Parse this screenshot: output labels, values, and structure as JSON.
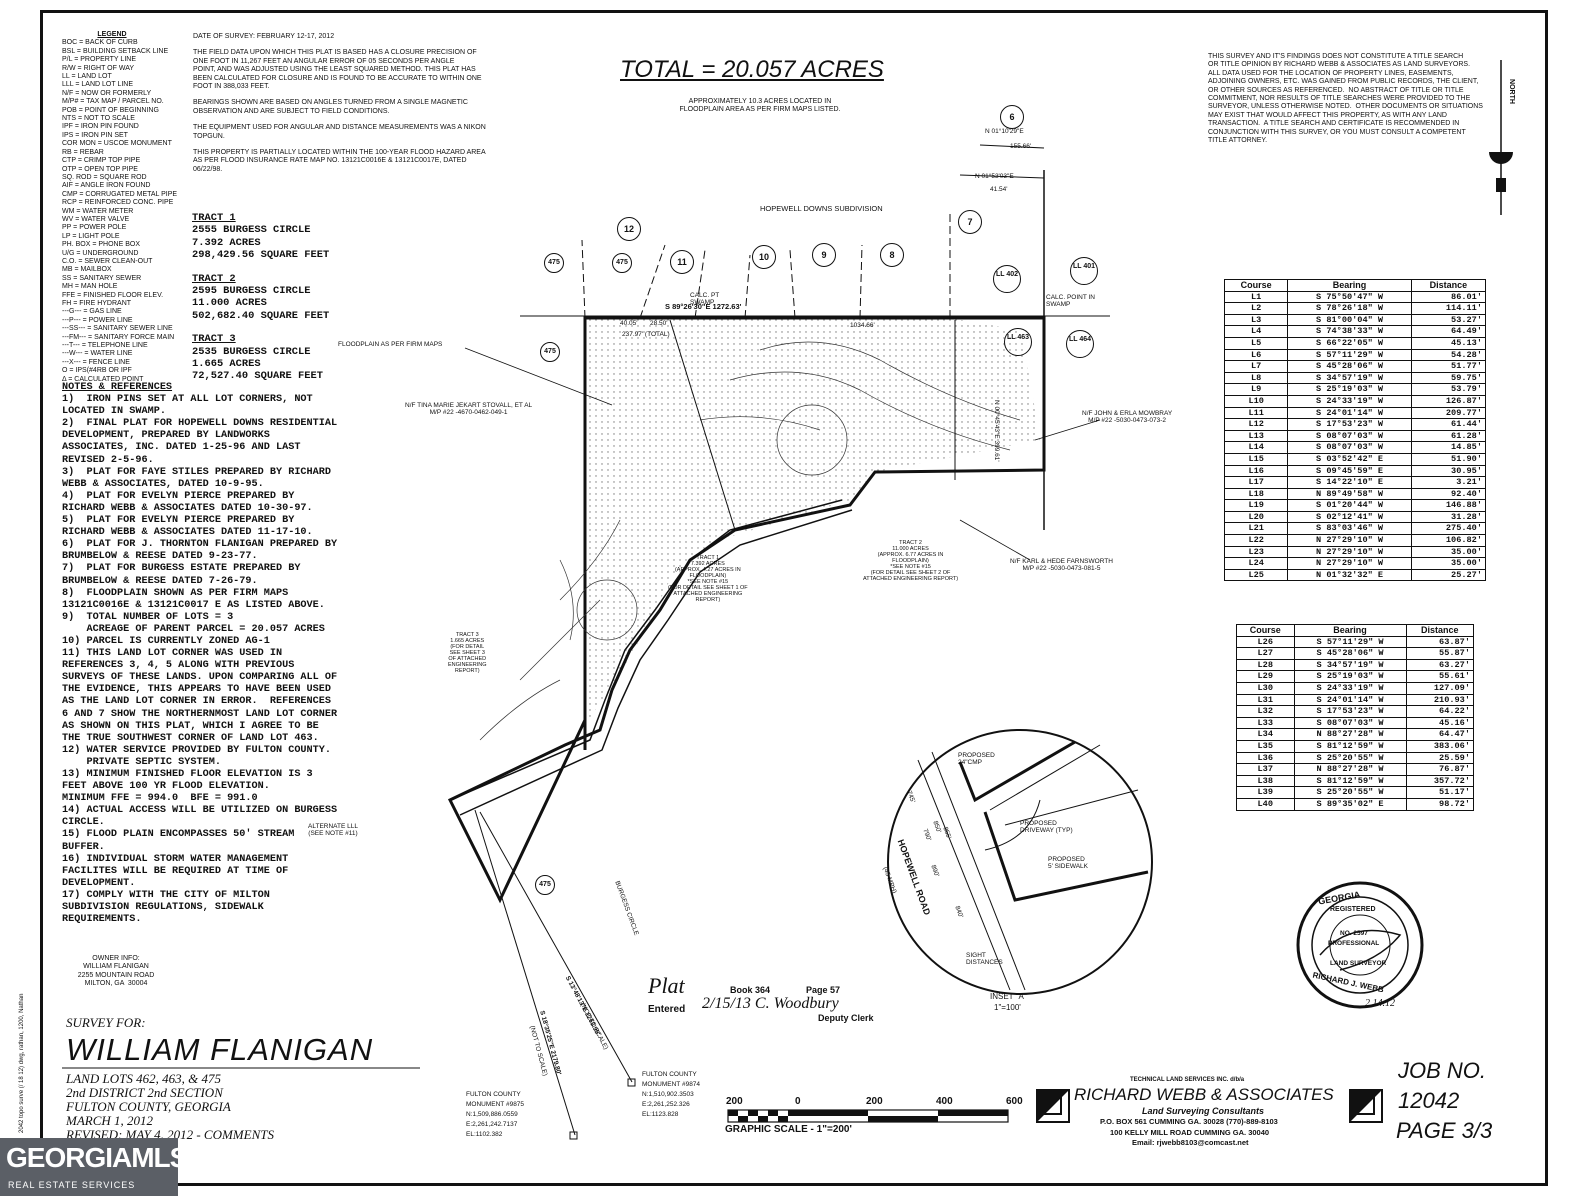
{
  "survey_date": "DATE OF SURVEY: FEBRUARY 12-17, 2012",
  "legend": {
    "title": "LEGEND",
    "items": [
      "BOC = BACK OF CURB",
      "BSL = BUILDING SETBACK LINE",
      "P/L = PROPERTY LINE",
      "R/W = RIGHT OF WAY",
      "LL = LAND LOT",
      "LLL = LAND LOT LINE",
      "N/F = NOW OR FORMERLY",
      "M/P# = TAX MAP / PARCEL NO.",
      "POB = POINT OF BEGINNING",
      "NTS = NOT TO SCALE",
      "IPF = IRON PIN FOUND",
      "IPS = IRON PIN SET",
      "COR MON = USCOE MONUMENT",
      "RB = REBAR",
      "CTP = CRIMP TOP PIPE",
      "OTP = OPEN TOP PIPE",
      "SQ. ROD = SQUARE ROD",
      "AIF = ANGLE IRON FOUND",
      "CMP = CORRUGATED METAL PIPE",
      "RCP = REINFORCED CONC. PIPE",
      "WM = WATER METER",
      "WV = WATER VALVE",
      "PP = POWER POLE",
      "LP = LIGHT POLE",
      "PH. BOX = PHONE BOX",
      "U/G = UNDERGROUND",
      "C.O. = SEWER CLEAN-OUT",
      "MB = MAILBOX",
      "SS = SANITARY SEWER",
      "MH = MAN HOLE",
      "FFE = FINISHED FLOOR ELEV.",
      "FH = FIRE HYDRANT",
      "---G--- = GAS LINE",
      "---P--- = POWER LINE",
      "---SS--- = SANITARY SEWER LINE",
      "---FM--- = SANITARY FORCE MAIN",
      "---T--- = TELEPHONE LINE",
      "---W--- = WATER LINE",
      "---X--- = FENCE LINE",
      "O = IPS(#4RB OR IPF",
      "Δ = CALCULATED POINT"
    ]
  },
  "closure_text": [
    "THE FIELD DATA UPON WHICH THIS PLAT IS BASED HAS A CLOSURE PRECISION OF",
    "ONE FOOT IN 11,267 FEET AN ANGULAR ERROR OF 05 SECONDS PER ANGLE",
    "POINT, AND WAS ADJUSTED USING THE LEAST SQUARED METHOD. THIS PLAT HAS",
    "BEEN CALCULATED FOR CLOSURE AND IS FOUND TO BE ACCURATE TO WITHIN ONE",
    "FOOT IN 388,033 FEET."
  ],
  "bearings_text": [
    "BEARINGS SHOWN ARE BASED ON ANGLES TURNED FROM A SINGLE MAGNETIC",
    "OBSERVATION AND ARE SUBJECT TO FIELD CONDITIONS."
  ],
  "equipment_text": [
    "THE EQUIPMENT USED FOR ANGULAR AND DISTANCE MEASUREMENTS WAS A NIKON",
    "TOPGUN."
  ],
  "flood_text": [
    "THIS PROPERTY IS PARTIALLY LOCATED WITHIN THE 100-YEAR FLOOD HAZARD AREA",
    "AS PER FLOOD INSURANCE RATE MAP NO. 13121C0016E & 13121C0017E, DATED",
    "06/22/98."
  ],
  "tracts": [
    {
      "name": "TRACT 1",
      "address": "2555 BURGESS CIRCLE",
      "acres": "7.392 ACRES",
      "sqft": "298,429.56 SQUARE FEET"
    },
    {
      "name": "TRACT 2",
      "address": "2595 BURGESS CIRCLE",
      "acres": "11.000 ACRES",
      "sqft": "502,682.40 SQUARE FEET"
    },
    {
      "name": "TRACT 3",
      "address": "2535 BURGESS CIRCLE",
      "acres": "1.665 ACRES",
      "sqft": "72,527.40 SQUARE FEET"
    }
  ],
  "notes_title": "NOTES & REFERENCES",
  "notes": [
    "1)  IRON PINS SET AT ALL LOT CORNERS, NOT",
    "LOCATED IN SWAMP.",
    "2)  FINAL PLAT FOR HOPEWELL DOWNS RESIDENTIAL",
    "DEVELOPMENT, PREPARED BY LANDWORKS",
    "ASSOCIATES, INC. DATED 1-25-96 AND LAST",
    "REVISED 2-5-96.",
    "3)  PLAT FOR FAYE STILES PREPARED BY RICHARD",
    "WEBB & ASSOCIATES, DATED 10-9-95.",
    "4)  PLAT FOR EVELYN PIERCE PREPARED BY",
    "RICHARD WEBB & ASSOCIATES DATED 10-30-97.",
    "5)  PLAT FOR EVELYN PIERCE PREPARED BY",
    "RICHARD WEBB & ASSOCIATES DATED 11-17-10.",
    "6)  PLAT FOR J. THORNTON FLANIGAN PREPARED BY",
    "BRUMBELOW & REESE DATED 9-23-77.",
    "7)  PLAT FOR BURGESS ESTATE PREPARED BY",
    "BRUMBELOW & REESE DATED 7-26-79.",
    "8)  FLOODPLAIN SHOWN AS PER FIRM MAPS",
    "13121C0016E & 13121C0017 E AS LISTED ABOVE.",
    "9)  TOTAL NUMBER OF LOTS = 3",
    "    ACREAGE OF PARENT PARCEL = 20.057 ACRES",
    "10) PARCEL IS CURRENTLY ZONED AG-1",
    "11) THIS LAND LOT CORNER WAS USED IN",
    "REFERENCES 3, 4, 5 ALONG WITH PREVIOUS",
    "SURVEYS OF THESE LANDS. UPON COMPARING ALL OF",
    "THE EVIDENCE, THIS APPEARS TO HAVE BEEN USED",
    "AS THE LAND LOT CORNER IN ERROR.  REFERENCES",
    "6 AND 7 SHOW THE NORTHERNMOST LAND LOT CORNER",
    "AS SHOWN ON THIS PLAT, WHICH I AGREE TO BE",
    "THE TRUE SOUTHWEST CORNER OF LAND LOT 463.",
    "12) WATER SERVICE PROVIDED BY FULTON COUNTY.",
    "    PRIVATE SEPTIC SYSTEM.",
    "13) MINIMUM FINISHED FLOOR ELEVATION IS 3",
    "FEET ABOVE 100 YR FLOOD ELEVATION.",
    "MINIMUM FFE = 994.0  BFE = 991.0",
    "14) ACTUAL ACCESS WILL BE UTILIZED ON BURGESS",
    "CIRCLE.",
    "15) FLOOD PLAIN ENCOMPASSES 50' STREAM",
    "BUFFER.",
    "16) INDIVIDUAL STORM WATER MANAGEMENT",
    "FACILITES WILL BE REQUIRED AT TIME OF",
    "DEVELOPMENT.",
    "17) COMPLY WITH THE CITY OF MILTON",
    "SUBDIVISION REGULATIONS, SIDEWALK",
    "REQUIREMENTS."
  ],
  "owner_info": [
    "OWNER INFO:",
    "WILLIAM FLANIGAN",
    "2255 MOUNTAIN ROAD",
    "MILTON, GA  30004"
  ],
  "header": {
    "total": "TOTAL = 20.057 ACRES",
    "flood_note": [
      "APPROXIMATELY 10.3 ACRES LOCATED IN",
      "FLOODPLAIN AREA AS PER FIRM MAPS LISTED."
    ]
  },
  "disclaimer": [
    "THIS SURVEY AND IT'S FINDINGS DOES NOT CONSTITUTE A TITLE SEARCH",
    "OR TITLE OPINION BY RICHARD WEBB & ASSOCIATES AS LAND SURVEYORS.",
    "ALL DATA USED FOR THE LOCATION OF PROPERTY LINES, EASEMENTS,",
    "ADJOINING OWNERS, ETC. WAS GAINED FROM PUBLIC RECORDS, THE CLIENT,",
    "OR OTHER SOURCES AS REFERENCED.  NO ABSTRACT OF TITLE OR TITLE",
    "COMMITMENT, NOR RESULTS OF TITLE SEARCHES WERE PROVIDED TO THE",
    "SURVEYOR, UNLESS OTHERWISE NOTED.  OTHER DOCUMENTS OR SITUATIONS",
    "MAY EXIST THAT WOULD AFFECT THIS PROPERTY, AS WITH ANY LAND",
    "TRANSACTION.  A TITLE SEARCH AND CERTIFICATE IS RECOMMENDED IN",
    "CONJUNCTION WITH THIS SURVEY, OR YOU MUST CONSULT A COMPETENT",
    "TITLE ATTORNEY."
  ],
  "north_label": "NORTH",
  "table1": {
    "headers": [
      "Course",
      "Bearing",
      "Distance"
    ],
    "rows": [
      [
        "L1",
        "S 75°50'47\" W",
        "86.01'"
      ],
      [
        "L2",
        "S 78°26'18\" W",
        "114.11'"
      ],
      [
        "L3",
        "S 81°00'04\" W",
        "53.27'"
      ],
      [
        "L4",
        "S 74°38'33\" W",
        "64.49'"
      ],
      [
        "L5",
        "S 66°22'05\" W",
        "45.13'"
      ],
      [
        "L6",
        "S 57°11'29\" W",
        "54.28'"
      ],
      [
        "L7",
        "S 45°28'06\" W",
        "51.77'"
      ],
      [
        "L8",
        "S 34°57'19\" W",
        "59.75'"
      ],
      [
        "L9",
        "S 25°19'03\" W",
        "53.79'"
      ],
      [
        "L10",
        "S 24°33'19\" W",
        "126.87'"
      ],
      [
        "L11",
        "S 24°01'14\" W",
        "209.77'"
      ],
      [
        "L12",
        "S 17°53'23\" W",
        "61.44'"
      ],
      [
        "L13",
        "S 08°07'03\" W",
        "61.28'"
      ],
      [
        "L14",
        "S 08°07'03\" W",
        "14.85'"
      ],
      [
        "L15",
        "S 03°52'42\" E",
        "51.90'"
      ],
      [
        "L16",
        "S 09°45'59\" E",
        "30.95'"
      ],
      [
        "L17",
        "S 14°22'10\" E",
        "3.21'"
      ],
      [
        "L18",
        "N 89°49'58\" W",
        "92.40'"
      ],
      [
        "L19",
        "S 01°20'44\" W",
        "146.88'"
      ],
      [
        "L20",
        "S 02°12'41\" W",
        "31.28'"
      ],
      [
        "L21",
        "S 83°03'46\" W",
        "275.40'"
      ],
      [
        "L22",
        "N 27°29'10\" W",
        "106.82'"
      ],
      [
        "L23",
        "N 27°29'10\" W",
        "35.00'"
      ],
      [
        "L24",
        "N 27°29'10\" W",
        "35.00'"
      ],
      [
        "L25",
        "N 01°32'32\" E",
        "25.27'"
      ]
    ]
  },
  "table2": {
    "headers": [
      "Course",
      "Bearing",
      "Distance"
    ],
    "rows": [
      [
        "L26",
        "S 57°11'29\" W",
        "63.87'"
      ],
      [
        "L27",
        "S 45°28'06\" W",
        "55.87'"
      ],
      [
        "L28",
        "S 34°57'19\" W",
        "63.27'"
      ],
      [
        "L29",
        "S 25°19'03\" W",
        "55.61'"
      ],
      [
        "L30",
        "S 24°33'19\" W",
        "127.09'"
      ],
      [
        "L31",
        "S 24°01'14\" W",
        "210.93'"
      ],
      [
        "L32",
        "S 17°53'23\" W",
        "64.22'"
      ],
      [
        "L33",
        "S 08°07'03\" W",
        "45.16'"
      ],
      [
        "L34",
        "N 88°27'28\" W",
        "64.47'"
      ],
      [
        "L35",
        "S 81°12'59\" W",
        "383.06'"
      ],
      [
        "L36",
        "S 25°20'55\" W",
        "25.59'"
      ],
      [
        "L37",
        "N 88°27'28\" W",
        "76.87'"
      ],
      [
        "L38",
        "S 81°12'59\" W",
        "357.72'"
      ],
      [
        "L39",
        "S 25°20'55\" W",
        "51.17'"
      ],
      [
        "L40",
        "S 89°35'02\" E",
        "98.72'"
      ]
    ]
  },
  "map": {
    "subdivision": "HOPEWELL DOWNS SUBDIVISION",
    "floodplain_label": "FLOODPLAIN AS PER FIRM MAPS",
    "top_line": "S 89°26'30\"E 1272.63'",
    "top_dist": "1034.66'",
    "dim_a": "40.05'",
    "dim_b": "28.50'",
    "dim_c": "237.97' (TOTAL)",
    "calc_pt": "CALC. PT SWAMP",
    "calc_pt2": "CALC. POINT IN SWAMP",
    "n1_bearing": "N 01°10'29\"E",
    "n1_dist": "155.66'",
    "n2_bearing": "N 01°53'03\"E",
    "n2_dist": "41.54'",
    "vertical_dim": "N 00°45'43\"E 399.61'",
    "lot_numbers": [
      "12",
      "11",
      "10",
      "9",
      "8",
      "7",
      "6"
    ],
    "land_lots": [
      "LL 402",
      "LL 401",
      "LL 463",
      "LL 464"
    ],
    "ll475": "475",
    "adj1": [
      "N/F TINA MARIE JEKART STOVALL, ET AL",
      "M/P #22 -4670-0462-049-1"
    ],
    "adj2": [
      "N/F JOHN & ERLA MOWBRAY",
      "M/P #22 -5030-0473-073-2"
    ],
    "adj3": [
      "N/F KARL & HEDE FARNSWORTH",
      "M/P #22 -5030-0473-081-5"
    ],
    "tract1_label": [
      "TRACT 1",
      "7.392 ACRES",
      "(APPROX. 4.27 ACRES IN",
      "FLOODPLAIN)",
      "*SEE NOTE #15",
      "(FOR DETAIL SEE SHEET 1 OF",
      "ATTACHED ENGINEERING",
      "REPORT)"
    ],
    "tract2_label": [
      "TRACT 2",
      "11.000 ACRES",
      "(APPROX. 6.77 ACRES IN",
      "FLOODPLAIN)",
      "*SEE NOTE #15",
      "(FOR DETAIL SEE SHEET 2 OF",
      "ATTACHED ENGINEERING REPORT)"
    ],
    "tract3_label": [
      "TRACT 3",
      "1.665 ACRES",
      "(FOR DETAIL",
      "SEE SHEET 3",
      "OF ATTACHED",
      "ENGINEERING",
      "REPORT)"
    ],
    "alt_lll": [
      "ALTERNATE LLL",
      "(SEE NOTE #11)"
    ],
    "burgess_circle": "BURGESS CIRCLE",
    "ray1": "S 13°48'13\"E 1263.95'",
    "ray1_note": "(NOT TO SCALE)",
    "ray2": "S 18°35'25\"E 2179.80'",
    "ray2_note": "(NOT TO SCALE)",
    "monument_a": [
      "FULTON COUNTY",
      "MONUMENT #9875",
      "N:1,509,886.0559",
      "E:2,261,242.7137",
      "EL:1102.382"
    ],
    "monument_b": [
      "FULTON COUNTY",
      "MONUMENT #9874",
      "N:1,510,902.3503",
      "E:2,261,252.326",
      "EL:1123.828"
    ]
  },
  "inset": {
    "proposed_cmp": [
      "PROPOSED",
      "24\"CMP"
    ],
    "proposed_drive": [
      "PROPOSED",
      "DRIVEWAY (TYP)"
    ],
    "proposed_walk": [
      "PROPOSED",
      "5' SIDEWALK"
    ],
    "road": "HOPEWELL ROAD",
    "road_speed": "(45 MPH)",
    "sight": [
      "SIGHT",
      "DISTANCES"
    ],
    "dims": [
      "745'",
      "790'",
      "850'",
      "855'",
      "890'",
      "840'"
    ],
    "caption": "INSET \"A\"",
    "scale": "1\"=100'"
  },
  "seal": {
    "state": "GEORGIA",
    "registered": "REGISTERED",
    "no": "NO. 2597",
    "prof": "PROFESSIONAL",
    "land": "LAND SURVEYOR",
    "name": "RICHARD J. WEBB",
    "sig_date": "2.14.12"
  },
  "recording": {
    "plat": "Plat",
    "book": "Book 364",
    "page": "Page 57",
    "entered": "Entered",
    "sig": "2/15/13 C. Woodbury",
    "clerk": "Deputy Clerk"
  },
  "title": {
    "survey_for": "SURVEY FOR:",
    "client": "WILLIAM FLANIGAN",
    "lines": [
      "LAND LOTS 462, 463, & 475",
      "2nd DISTRICT 2nd SECTION",
      "FULTON COUNTY, GEORGIA",
      "MARCH 1, 2012"
    ],
    "revised": "REVISED: MAY 4, 2012 - COMMENTS"
  },
  "scale_bar": {
    "labels": [
      "200",
      "0",
      "200",
      "400",
      "600"
    ],
    "caption": "GRAPHIC SCALE - 1\"=200'"
  },
  "firm": {
    "dba": "TECHNICAL LAND SERVICES INC. d/b/a",
    "name": "RICHARD WEBB & ASSOCIATES",
    "tag": "Land Surveying Consultants",
    "addr1": "P.O. BOX 561 CUMMING GA. 30028 (770)-889-8103",
    "addr2": "100 KELLY MILL ROAD CUMMING GA. 30040",
    "email": "Email: rjwebb8103@comcast.net"
  },
  "job": {
    "label": "JOB NO.",
    "number": "12042",
    "page": "PAGE 3/3"
  },
  "side_path": "2042 topo surve (/ 18 12) dwg, rathan, 1200, Nathan",
  "watermark": {
    "brand": "GEORGIAMLS",
    "sub": "REAL ESTATE SERVICES"
  },
  "colors": {
    "ink": "#111111",
    "paper": "#ffffff",
    "watermark_bg": "#5b5f66"
  }
}
